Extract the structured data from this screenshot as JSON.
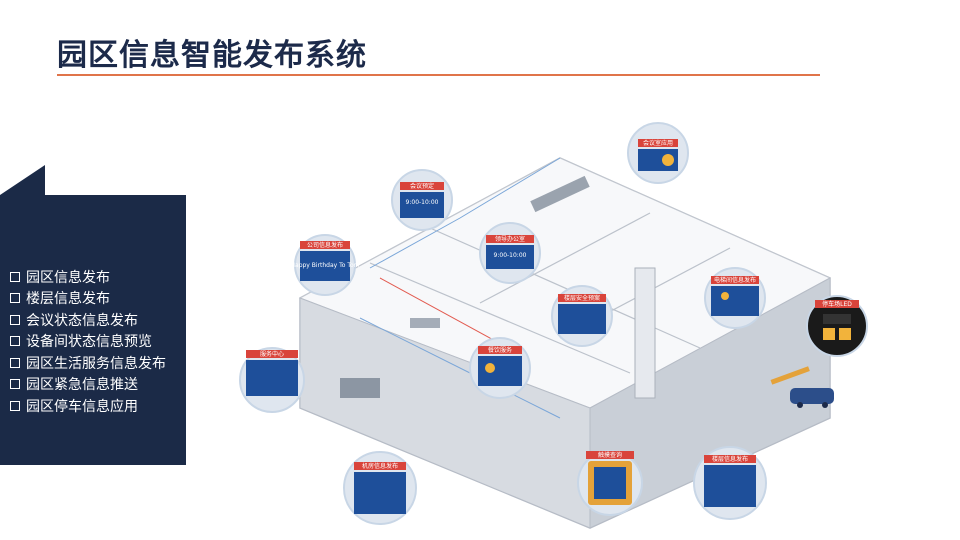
{
  "title": "园区信息智能发布系统",
  "features": [
    "园区信息发布",
    "楼层信息发布",
    "会议状态信息发布",
    "设备间状态信息预览",
    "园区生活服务信息发布",
    "园区紧急信息推送",
    "园区停车信息应用"
  ],
  "bubbles": [
    {
      "label": "会议室应用"
    },
    {
      "label": "会议预定",
      "text": "9:00-10:00"
    },
    {
      "label": "领导办公室",
      "text": "9:00-10:00"
    },
    {
      "label": "公司信息发布",
      "text": "Happy Birthday To Tom"
    },
    {
      "label": "楼层安全预案"
    },
    {
      "label": "电梯间信息发布"
    },
    {
      "label": "停车场LED"
    },
    {
      "label": "服务中心"
    },
    {
      "label": "餐饮服务"
    },
    {
      "label": "触摸查询"
    },
    {
      "label": "机房信息发布"
    },
    {
      "label": "楼层信息发布"
    }
  ],
  "colors": {
    "title": "#1c2a4a",
    "accent_line": "#e0744a",
    "panel": "#1b2a47",
    "bubble_border": "#c8d6e6",
    "bubble_band": "#d9443b",
    "screen": "#1e4f9a"
  }
}
